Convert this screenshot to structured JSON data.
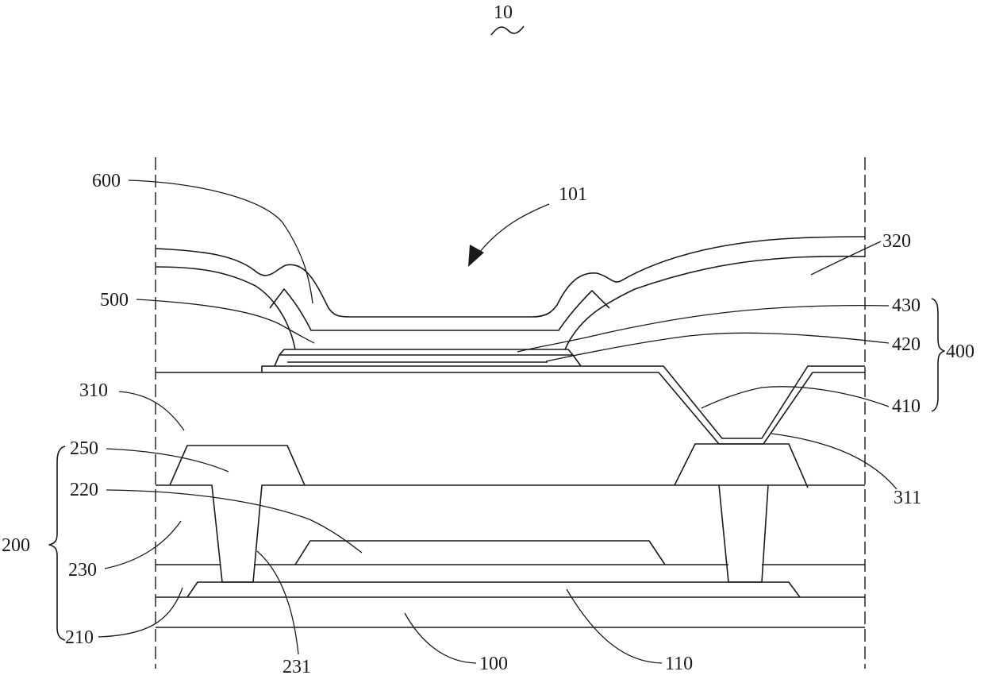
{
  "figure_ref": "10",
  "labels": {
    "l101": "101",
    "l600": "600",
    "l320": "320",
    "l500": "500",
    "l430": "430",
    "l420": "420",
    "l400": "400",
    "l410": "410",
    "l310": "310",
    "l250": "250",
    "l311": "311",
    "l220": "220",
    "l200": "200",
    "l230": "230",
    "l210": "210",
    "l231": "231",
    "l100": "100",
    "l110": "110"
  },
  "colors": {
    "stroke": "#1a1a1a",
    "background": "#ffffff"
  }
}
